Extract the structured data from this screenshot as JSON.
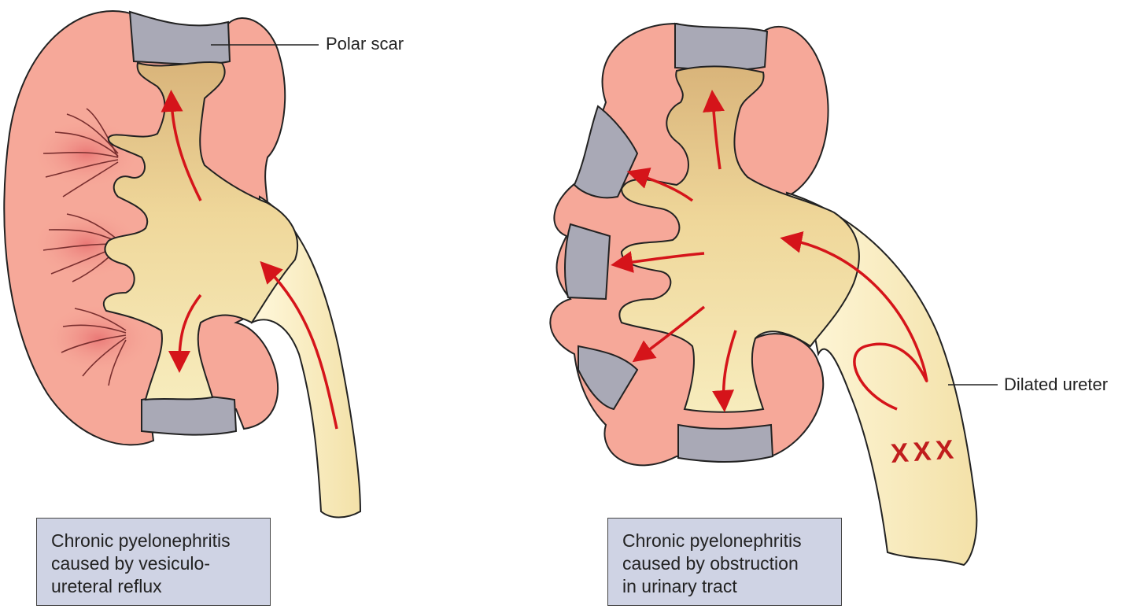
{
  "labels": {
    "polar_scar": "Polar scar",
    "dilated_ureter": "Dilated ureter",
    "obstruction_mark": "XXX"
  },
  "captions": {
    "left": [
      "Chronic pyelonephritis",
      "caused by vesiculo-",
      "ureteral reflux"
    ],
    "right": [
      "Chronic pyelonephritis",
      "caused by obstruction",
      "in urinary tract"
    ]
  },
  "colors": {
    "cortex": "#f6a899",
    "scar": "#a9a9b6",
    "pelvis": "#f1dca0",
    "ureter": "#fbf3cf",
    "arrow": "#d5141a",
    "caption_bg": "#cfd3e4"
  }
}
